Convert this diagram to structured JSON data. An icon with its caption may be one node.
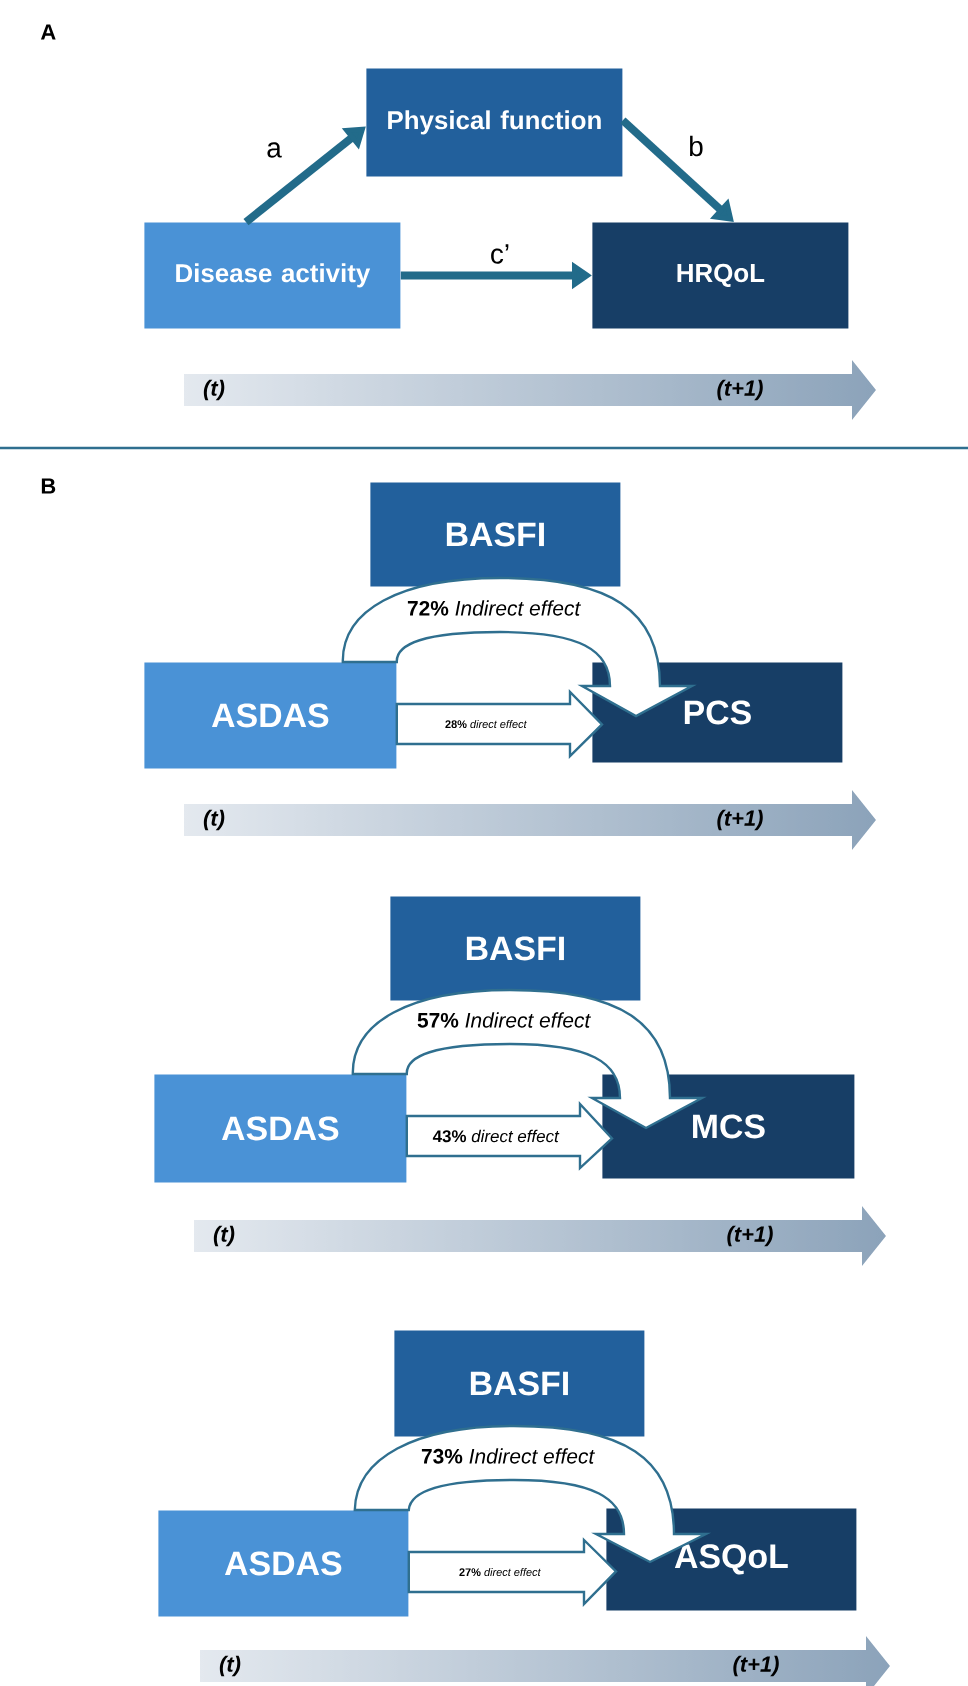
{
  "diagram": {
    "nodes": [
      {
        "text": [
          "Physical function"
        ]
      },
      {
        "text": [
          "Disease activity"
        ]
      },
      {
        "text": [
          "HRQoL"
        ]
      },
      {
        "text": [
          "BASFI"
        ]
      },
      {
        "text": [
          "ASDAS"
        ]
      },
      {
        "text": [
          "PCS"
        ]
      },
      {
        "text": [
          "BASFI"
        ]
      },
      {
        "text": [
          "ASDAS"
        ]
      },
      {
        "text": [
          "MCS"
        ]
      },
      {
        "text": [
          "BASFI"
        ]
      },
      {
        "text": [
          "ASDAS"
        ]
      },
      {
        "text": [
          "ASQoL"
        ]
      }
    ],
    "edges": [
      {
        "from": 1,
        "to": 0,
        "arrow": "to",
        "label": "a"
      },
      {
        "from": 0,
        "to": 2,
        "arrow": "to",
        "label": "b"
      },
      {
        "from": 1,
        "to": 2,
        "arrow": "to",
        "label": "c’"
      },
      {
        "from": 4,
        "to": 5,
        "arrow": "to",
        "label": "**72%** *Indirect effect*"
      },
      {
        "from": 4,
        "to": 5,
        "arrow": "to",
        "label": "**28%** *direct effect*"
      },
      {
        "from": 7,
        "to": 8,
        "arrow": "to",
        "label": "**57%** *Indirect effect*"
      },
      {
        "from": 7,
        "to": 8,
        "arrow": "to",
        "label": "**43%** *direct effect*"
      },
      {
        "from": 10,
        "to": 11,
        "arrow": "to",
        "label": "**73%** *Indirect effect*"
      },
      {
        "from": 10,
        "to": 11,
        "arrow": "to",
        "label": "**27%** *direct effect*"
      }
    ],
    "labels": [
      "A",
      "(t)",
      "(t+1)",
      "B",
      "(t)",
      "(t+1)",
      "(t)",
      "(t+1)",
      "(t)",
      "(t+1)"
    ]
  }
}
